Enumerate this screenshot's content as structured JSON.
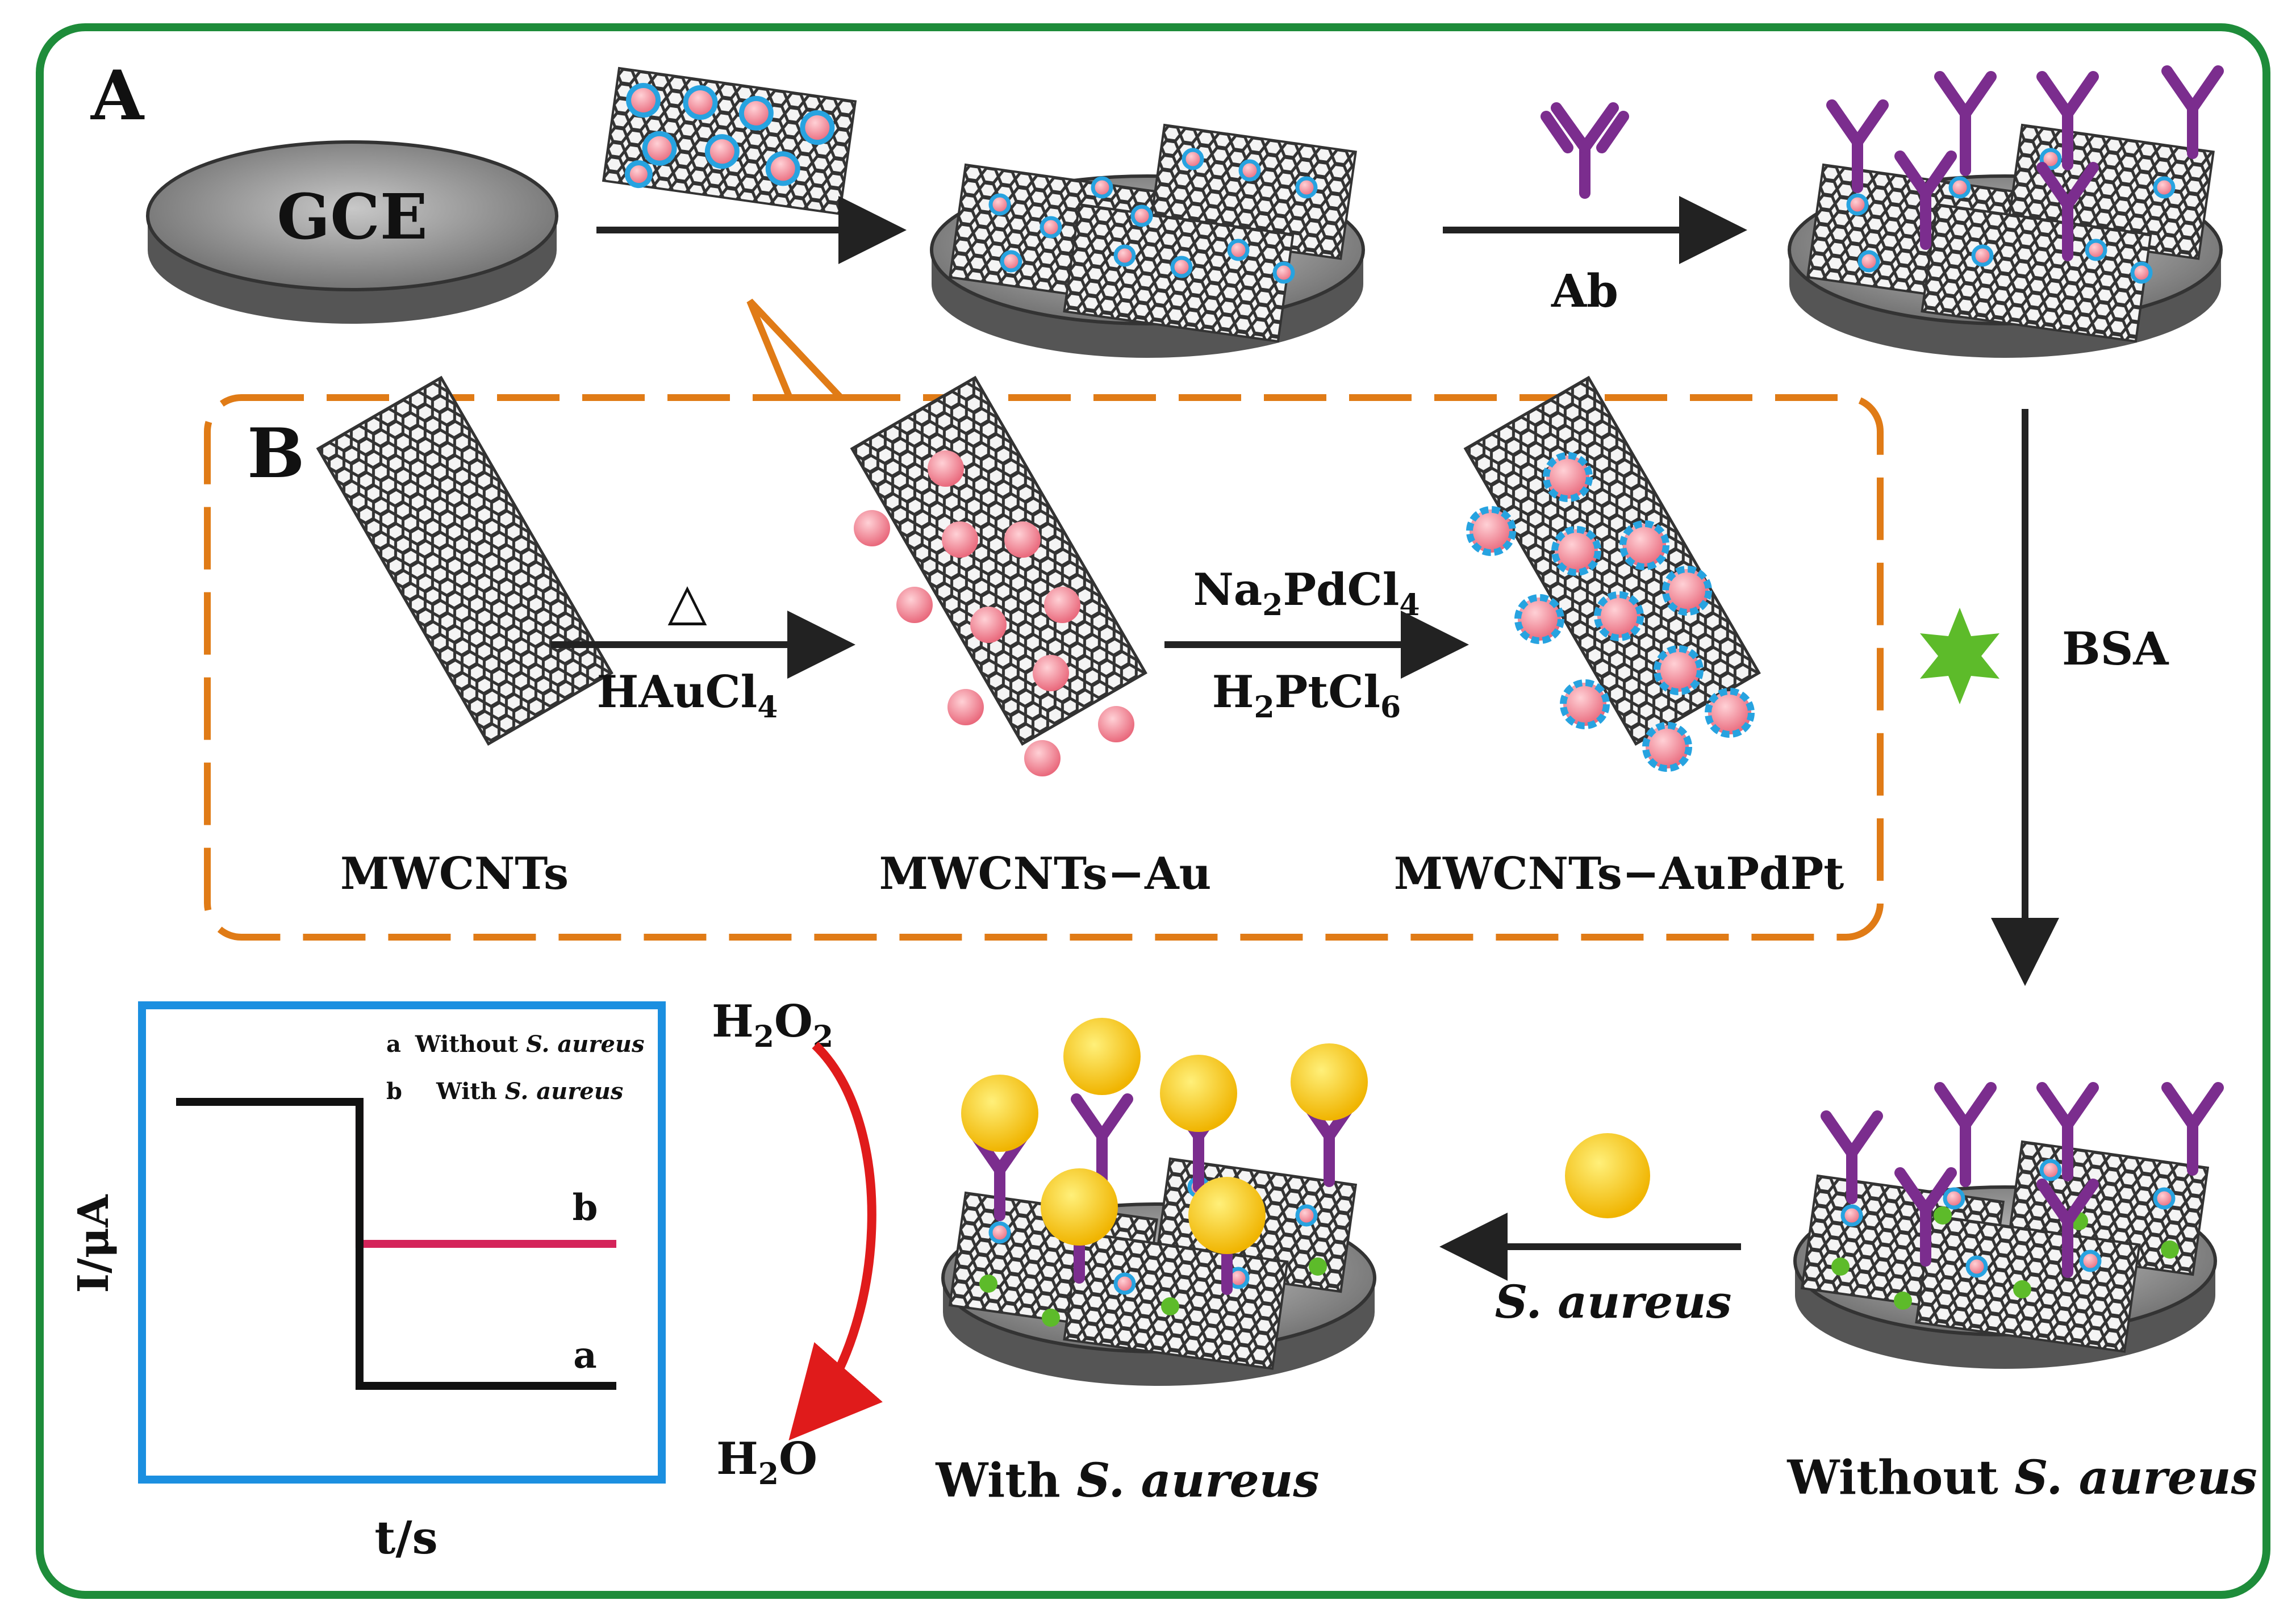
{
  "panels": {
    "a": "A",
    "b": "B"
  },
  "electrode_label": "GCE",
  "step_labels": {
    "antibody": "Ab",
    "blocking": "BSA",
    "bacteria": "S. aureus",
    "heat": "△",
    "gold_precursor": {
      "base": "HAuCl",
      "sub": "4"
    },
    "pd_precursor": {
      "p1": "Na",
      "s1": "2",
      "p2": "PdCl",
      "s2": "4"
    },
    "pt_precursor": {
      "p1": "H",
      "s1": "2",
      "p2": "PtCl",
      "s2": "6"
    }
  },
  "materials": {
    "cnt": "MWCNTs",
    "cnt_au": "MWCNTs−Au",
    "cnt_aupdpt": "MWCNTs−AuPdPt"
  },
  "states": {
    "with_prefix": "With",
    "without_prefix": "Without",
    "species": "S. aureus"
  },
  "reaction": {
    "reactant": {
      "p1": "H",
      "s1": "2",
      "p2": "O",
      "s2": "2"
    },
    "product": {
      "p1": "H",
      "s1": "2",
      "p2": "O"
    }
  },
  "inset_chart": {
    "ylabel": "I/μA",
    "xlabel": "t/s",
    "legend": [
      {
        "letter": "a",
        "text": "Without",
        "species": "S. aureus"
      },
      {
        "letter": "b",
        "text": "With",
        "species": "S. aureus"
      }
    ],
    "curve_labels": {
      "a": "a",
      "b": "b"
    }
  },
  "colors": {
    "outer_border": "#1e8c3a",
    "dashed_box": "#e07b16",
    "inset_border": "#1b8fe0",
    "curve_b": "#d4245a",
    "reaction_arrow": "#e01b1b",
    "antibody": "#7b2d8e",
    "bacteria": "#f2c200",
    "bsa": "#5dbb2a",
    "nanoparticle": "#f48a9a",
    "shell": "#27a3e0"
  },
  "chart_data": {
    "type": "line",
    "xlabel": "t/s",
    "ylabel": "I/μA",
    "series": [
      {
        "name": "a",
        "x": [
          0,
          1,
          1,
          2.4
        ],
        "y": [
          2.0,
          2.0,
          0.0,
          0.0
        ]
      },
      {
        "name": "b",
        "x": [
          0,
          1,
          1,
          2.4
        ],
        "y": [
          2.0,
          2.0,
          1.0,
          1.0
        ]
      }
    ]
  }
}
